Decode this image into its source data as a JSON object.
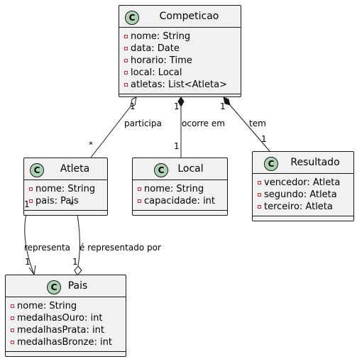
{
  "classes": {
    "competicao": {
      "name": "Competicao",
      "stereotype": "C",
      "attributes": [
        "nome: String",
        "data: Date",
        "horario: Time",
        "local: Local",
        "atletas: List<Atleta>"
      ]
    },
    "atleta": {
      "name": "Atleta",
      "stereotype": "C",
      "attributes": [
        "nome: String",
        "pais: Pais"
      ]
    },
    "local": {
      "name": "Local",
      "stereotype": "C",
      "attributes": [
        "nome: String",
        "capacidade: int"
      ]
    },
    "resultado": {
      "name": "Resultado",
      "stereotype": "C",
      "attributes": [
        "vencedor: Atleta",
        "segundo: Atleta",
        "terceiro: Atleta"
      ]
    },
    "pais": {
      "name": "Pais",
      "stereotype": "C",
      "attributes": [
        "nome: String",
        "medalhasOuro: int",
        "medalhasPrata: int",
        "medalhasBronze: int"
      ]
    }
  },
  "relations": {
    "participa": {
      "label": "participa",
      "from_mult": "1",
      "to_mult": "*"
    },
    "ocorre_em": {
      "label": "ocorre em",
      "from_mult": "1",
      "to_mult": "1"
    },
    "tem": {
      "label": "tem",
      "from_mult": "1",
      "to_mult": "1"
    },
    "representa": {
      "label": "representa",
      "from_mult": "1",
      "to_mult": "1"
    },
    "representado_por": {
      "label": "é representado por",
      "from_mult": "*",
      "to_mult": "1"
    }
  },
  "colors": {
    "class_fill": "#f1f1f1",
    "border": "#181818",
    "badge": "#add1b2",
    "private_marker": "#c82930"
  }
}
